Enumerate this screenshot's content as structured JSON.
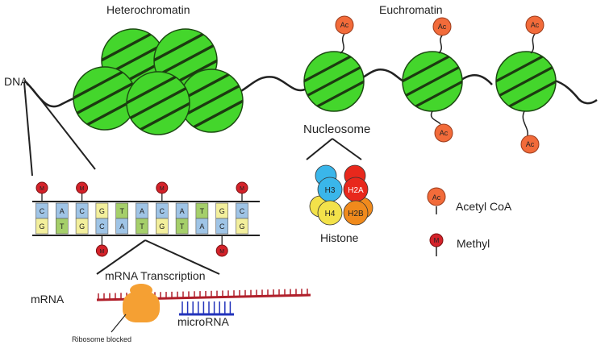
{
  "labels": {
    "heterochromatin": "Heterochromatin",
    "euchromatin": "Euchromatin",
    "dna": "DNA",
    "nucleosome": "Nucleosome",
    "histone": "Histone",
    "acetyl_coa": "Acetyl CoA",
    "methyl": "Methyl",
    "mrna_transcription": "mRNA Transcription",
    "mrna": "mRNA",
    "microrna": "microRNA",
    "ribosome_blocked": "Ribosome blocked"
  },
  "acetyl_tag": "Ac",
  "methyl_tag": "M",
  "histones": [
    "H3",
    "H2A",
    "H4",
    "H2B"
  ],
  "dna_base_pairs": [
    {
      "top": "C",
      "bottom": "G",
      "methyl": "top"
    },
    {
      "top": "A",
      "bottom": "T",
      "methyl": "none"
    },
    {
      "top": "C",
      "bottom": "G",
      "methyl": "top"
    },
    {
      "top": "G",
      "bottom": "C",
      "methyl": "bottom"
    },
    {
      "top": "T",
      "bottom": "A",
      "methyl": "none"
    },
    {
      "top": "A",
      "bottom": "T",
      "methyl": "none"
    },
    {
      "top": "C",
      "bottom": "G",
      "methyl": "top"
    },
    {
      "top": "A",
      "bottom": "T",
      "methyl": "none"
    },
    {
      "top": "T",
      "bottom": "A",
      "methyl": "none"
    },
    {
      "top": "G",
      "bottom": "C",
      "methyl": "bottom"
    },
    {
      "top": "C",
      "bottom": "G",
      "methyl": "top"
    }
  ],
  "colors": {
    "nucleosome": "#44d62c",
    "acetyl": "#f26b3a",
    "methyl": "#d4222a",
    "mrna": "#b01f2a",
    "microrna": "#2233bb",
    "ribosome": "#f5a033",
    "H3": "#3ab6ea",
    "H2A": "#e8281c",
    "H4": "#f3e24a",
    "H2B": "#f08a1c",
    "base_C": "#9fc4e6",
    "base_G": "#f3ef9c",
    "base_A": "#9fc4e6",
    "base_T": "#a5cf6a"
  }
}
